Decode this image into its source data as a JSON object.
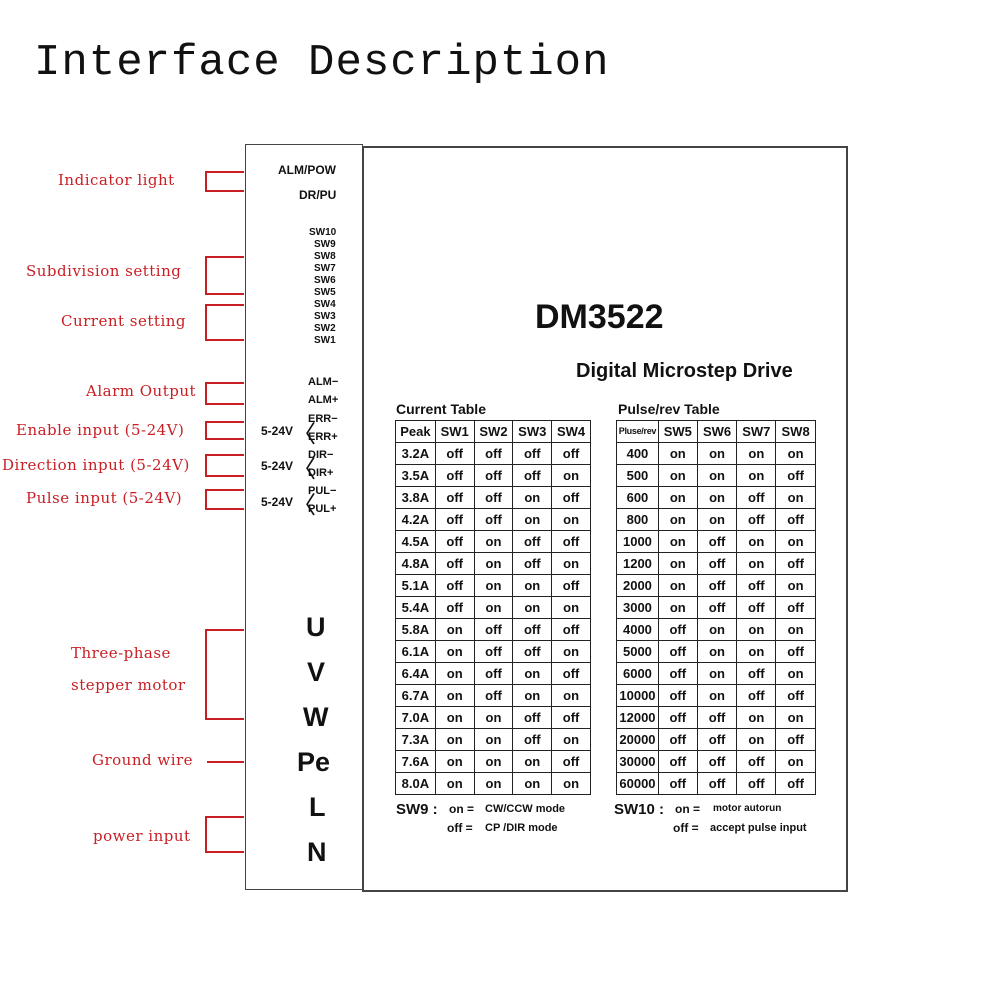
{
  "heading": "Interface Description",
  "callouts": {
    "indicator": "Indicator light",
    "subdivision": "Subdivision setting",
    "current": "Current setting",
    "alarm": "Alarm Output",
    "enable": "Enable input (5-24V)",
    "direction": "Direction input (5-24V)",
    "pulse": "Pulse input (5-24V)",
    "motor_line1": "Three-phase",
    "motor_line2": "stepper motor",
    "ground": "Ground wire",
    "power": "power input"
  },
  "strip": {
    "alm_pow": "ALM/POW",
    "dr_pu": "DR/PU",
    "switches": [
      "SW10",
      "SW9",
      "SW8",
      "SW7",
      "SW6",
      "SW5",
      "SW4",
      "SW3",
      "SW2",
      "SW1"
    ],
    "alm_minus": "ALM−",
    "alm_plus": "ALM+",
    "err_minus": "ERR−",
    "err_plus": "ERR+",
    "dir_minus": "DIR−",
    "dir_plus": "DIR+",
    "pul_minus": "PUL−",
    "pul_plus": "PUL+",
    "voltage": "5-24V",
    "bracket": "〈",
    "terminals": [
      "U",
      "V",
      "W",
      "Pe",
      "L",
      "N"
    ]
  },
  "panel": {
    "model": "DM3522",
    "subtitle": "Digital Microstep Drive",
    "current_table": {
      "title": "Current Table",
      "headers": [
        "Peak",
        "SW1",
        "SW2",
        "SW3",
        "SW4"
      ],
      "rows": [
        [
          "3.2A",
          "off",
          "off",
          "off",
          "off"
        ],
        [
          "3.5A",
          "off",
          "off",
          "off",
          "on"
        ],
        [
          "3.8A",
          "off",
          "off",
          "on",
          "off"
        ],
        [
          "4.2A",
          "off",
          "off",
          "on",
          "on"
        ],
        [
          "4.5A",
          "off",
          "on",
          "off",
          "off"
        ],
        [
          "4.8A",
          "off",
          "on",
          "off",
          "on"
        ],
        [
          "5.1A",
          "off",
          "on",
          "on",
          "off"
        ],
        [
          "5.4A",
          "off",
          "on",
          "on",
          "on"
        ],
        [
          "5.8A",
          "on",
          "off",
          "off",
          "off"
        ],
        [
          "6.1A",
          "on",
          "off",
          "off",
          "on"
        ],
        [
          "6.4A",
          "on",
          "off",
          "on",
          "off"
        ],
        [
          "6.7A",
          "on",
          "off",
          "on",
          "on"
        ],
        [
          "7.0A",
          "on",
          "on",
          "off",
          "off"
        ],
        [
          "7.3A",
          "on",
          "on",
          "off",
          "on"
        ],
        [
          "7.6A",
          "on",
          "on",
          "on",
          "off"
        ],
        [
          "8.0A",
          "on",
          "on",
          "on",
          "on"
        ]
      ]
    },
    "pulse_table": {
      "title": "Pulse/rev Table",
      "headers": [
        "Pluse/rev",
        "SW5",
        "SW6",
        "SW7",
        "SW8"
      ],
      "rows": [
        [
          "400",
          "on",
          "on",
          "on",
          "on"
        ],
        [
          "500",
          "on",
          "on",
          "on",
          "off"
        ],
        [
          "600",
          "on",
          "on",
          "off",
          "on"
        ],
        [
          "800",
          "on",
          "on",
          "off",
          "off"
        ],
        [
          "1000",
          "on",
          "off",
          "on",
          "on"
        ],
        [
          "1200",
          "on",
          "off",
          "on",
          "off"
        ],
        [
          "2000",
          "on",
          "off",
          "off",
          "on"
        ],
        [
          "3000",
          "on",
          "off",
          "off",
          "off"
        ],
        [
          "4000",
          "off",
          "on",
          "on",
          "on"
        ],
        [
          "5000",
          "off",
          "on",
          "on",
          "off"
        ],
        [
          "6000",
          "off",
          "on",
          "off",
          "on"
        ],
        [
          "10000",
          "off",
          "on",
          "off",
          "off"
        ],
        [
          "12000",
          "off",
          "off",
          "on",
          "on"
        ],
        [
          "20000",
          "off",
          "off",
          "on",
          "off"
        ],
        [
          "30000",
          "off",
          "off",
          "off",
          "on"
        ],
        [
          "60000",
          "off",
          "off",
          "off",
          "off"
        ]
      ]
    },
    "sw9": {
      "label": "SW9 :",
      "on_key": "on =",
      "on_val": "CW/CCW mode",
      "off_key": "off =",
      "off_val": "CP /DIR  mode"
    },
    "sw10": {
      "label": "SW10 :",
      "on_key": "on =",
      "on_val": "motor  autorun",
      "off_key": "off =",
      "off_val": "accept pulse input"
    }
  }
}
